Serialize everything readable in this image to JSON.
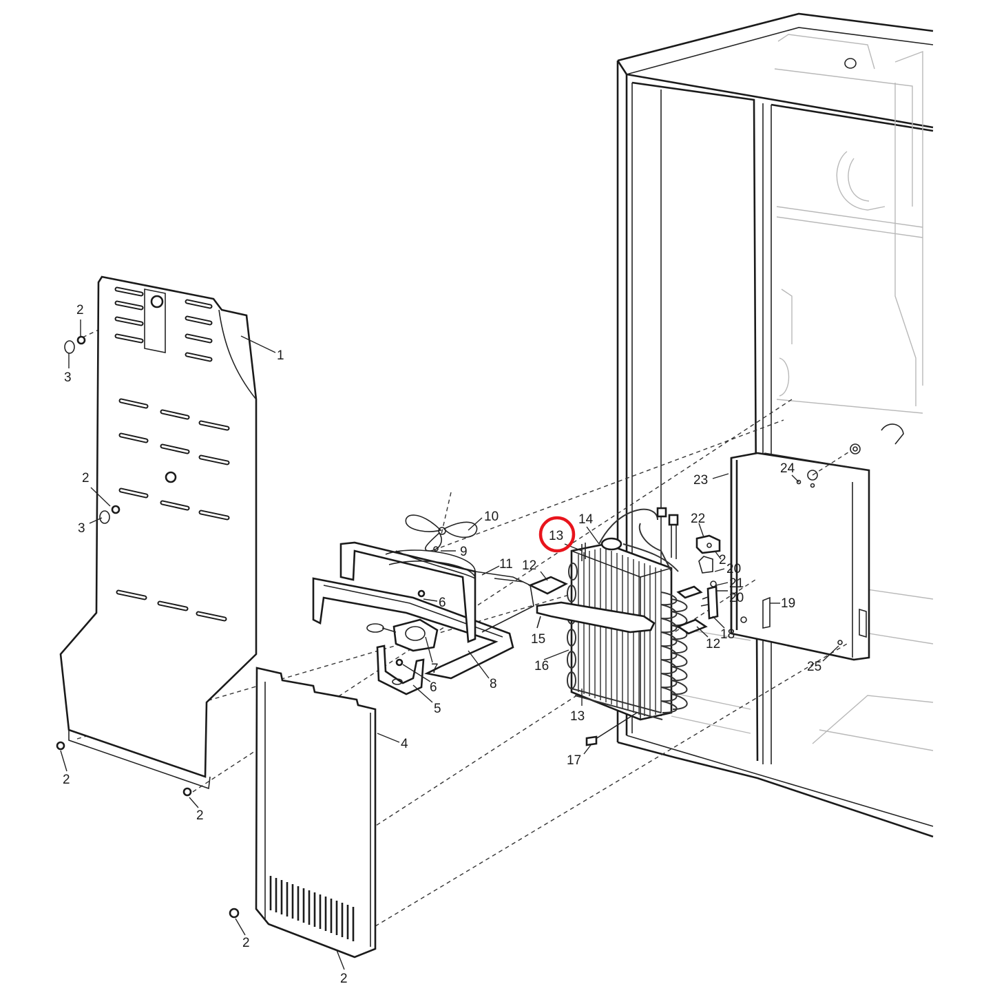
{
  "diagram": {
    "highlight_color": "#e8141c",
    "highlighted_part": "13",
    "callouts": [
      {
        "id": "c1",
        "text": "1"
      },
      {
        "id": "c2a",
        "text": "2"
      },
      {
        "id": "c3a",
        "text": "3"
      },
      {
        "id": "c2b",
        "text": "2"
      },
      {
        "id": "c3b",
        "text": "3"
      },
      {
        "id": "c2c",
        "text": "2"
      },
      {
        "id": "c2d",
        "text": "2"
      },
      {
        "id": "c4",
        "text": "4"
      },
      {
        "id": "c2e",
        "text": "2"
      },
      {
        "id": "c2f",
        "text": "2"
      },
      {
        "id": "c5",
        "text": "5"
      },
      {
        "id": "c6a",
        "text": "6"
      },
      {
        "id": "c6b",
        "text": "6"
      },
      {
        "id": "c7",
        "text": "7"
      },
      {
        "id": "c8",
        "text": "8"
      },
      {
        "id": "c9",
        "text": "9"
      },
      {
        "id": "c10",
        "text": "10"
      },
      {
        "id": "c11",
        "text": "11"
      },
      {
        "id": "c12a",
        "text": "12"
      },
      {
        "id": "c12b",
        "text": "12"
      },
      {
        "id": "c13a",
        "text": "13"
      },
      {
        "id": "c13b",
        "text": "13"
      },
      {
        "id": "c14",
        "text": "14"
      },
      {
        "id": "c15",
        "text": "15"
      },
      {
        "id": "c16",
        "text": "16"
      },
      {
        "id": "c17",
        "text": "17"
      },
      {
        "id": "c18",
        "text": "18"
      },
      {
        "id": "c19",
        "text": "19"
      },
      {
        "id": "c20a",
        "text": "20"
      },
      {
        "id": "c20b",
        "text": "20"
      },
      {
        "id": "c21",
        "text": "21"
      },
      {
        "id": "c22",
        "text": "22"
      },
      {
        "id": "c2g",
        "text": "2"
      },
      {
        "id": "c23",
        "text": "23"
      },
      {
        "id": "c24",
        "text": "24"
      },
      {
        "id": "c25",
        "text": "25"
      }
    ]
  }
}
